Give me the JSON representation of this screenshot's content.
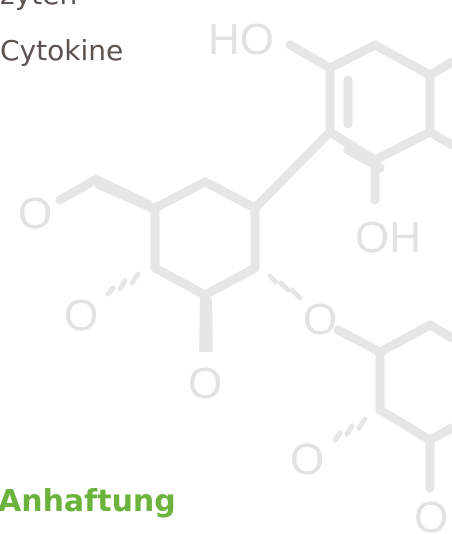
{
  "text": {
    "line_top": "zyten",
    "line_2": "Cytokine",
    "headline": "Anhaftung"
  },
  "atoms": {
    "ho_top": "HO",
    "oh_right": "OH",
    "o_left": "O",
    "o_left_lower": "O",
    "o_bottom": "O",
    "o_bridge": "O",
    "o_lower_right": "O",
    "o_bottom_right": "O"
  },
  "colors": {
    "text": "#5b5450",
    "headline": "#6cb33e",
    "structure": "#e6e6e6"
  }
}
